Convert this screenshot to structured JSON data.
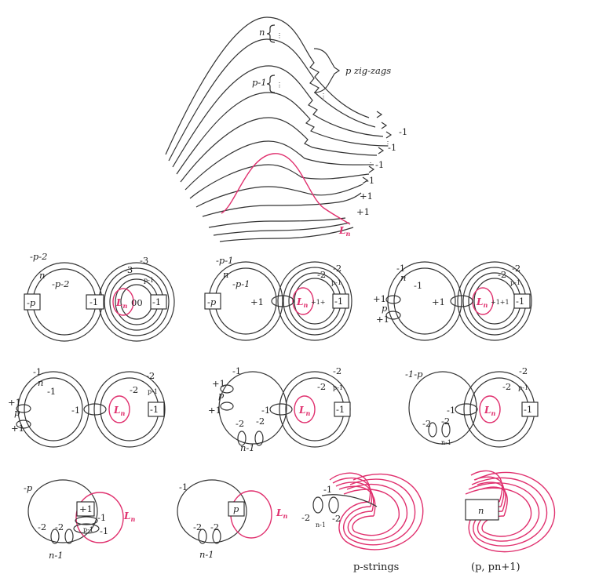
{
  "top": {
    "n_label": "n",
    "p1_label": "p-1",
    "zigzag_label": "p zig-zags",
    "side_labels": [
      "-1",
      "-1",
      "-1",
      "-1",
      "+1",
      "+1"
    ],
    "ln_label": "L",
    "ln_sub": "n",
    "colors": {
      "knot": "#333333",
      "highlight": "#e0306e"
    }
  },
  "panels": {
    "p1": {
      "box_left": "-p",
      "box_mid": "-1",
      "box_right": "-1",
      "l_outer": "-p-2",
      "l_n": "n",
      "l_inner": "-p-2",
      "r_outer": "-3",
      "r_inner": "-3",
      "r_p1": "p-1",
      "r_zero": "00",
      "ln": "L",
      "ln_sub": "n"
    },
    "p2": {
      "box_left": "-p",
      "box_right": "-1",
      "plus": "+1",
      "l_outer": "-p-1",
      "l_n": "n",
      "l_inner": "-p-1",
      "r_outer": "-2",
      "r_inner": "-2",
      "r_p1": "p-1",
      "r_extra": "+1+",
      "ln": "L",
      "ln_sub": "n"
    },
    "p3": {
      "box_right": "-1",
      "plus": "+1",
      "clasp_top": "+1",
      "clasp_p": "p",
      "clasp_bot": "+1",
      "l_outer": "-1",
      "l_n": "n",
      "l_inner": "-1",
      "r_outer": "-2",
      "r_inner": "-2",
      "r_p1": "p-1",
      "r_extra": "+1+1",
      "ln": "L",
      "ln_sub": "n"
    },
    "p4": {
      "box_right": "-1",
      "mid": "-1",
      "clasp_top": "+1",
      "clasp_p": "p",
      "clasp_bot": "+1",
      "l_outer": "-1",
      "l_n": "n",
      "l_inner": "-1",
      "r_outer": "-2",
      "r_inner": "-2",
      "r_p1": "p-1",
      "ln": "L",
      "ln_sub": "n"
    },
    "p5": {
      "box_right": "-1",
      "mid": "-1",
      "clasp_top": "+1",
      "clasp_p": "p",
      "clasp_bot": "+1",
      "l_top": "-1",
      "bl": "-2",
      "br": "-2",
      "n1": "n-1",
      "r_outer": "-2",
      "r_inner": "-2",
      "r_p1": "p-1",
      "ln": "L",
      "ln_sub": "n"
    },
    "p6": {
      "box_right": "-1",
      "mid": "-1",
      "l_top": "-1-p",
      "bl": "-2",
      "br": "-2",
      "n1": "n-1",
      "r_outer": "-2",
      "r_inner": "-2",
      "r_p1": "p-1",
      "ln": "L",
      "ln_sub": "n"
    },
    "p7": {
      "top": "-p",
      "box": "+1",
      "r1": "-1",
      "r2": "-1",
      "p1": "p-1",
      "bl": "-2",
      "br": "-2",
      "n1": "n-1",
      "ln": "L",
      "ln_sub": "n"
    },
    "p8": {
      "top": "-1",
      "box": "p",
      "bl": "-2",
      "br": "-2",
      "n1": "n-1",
      "ln": "L",
      "ln_sub": "n"
    },
    "p9": {
      "t1": "-1",
      "l2": "-2",
      "m2": "-2",
      "n1": "n-1",
      "caption": "p-strings"
    },
    "p10": {
      "box": "n",
      "caption": "(p, pn+1)"
    }
  }
}
